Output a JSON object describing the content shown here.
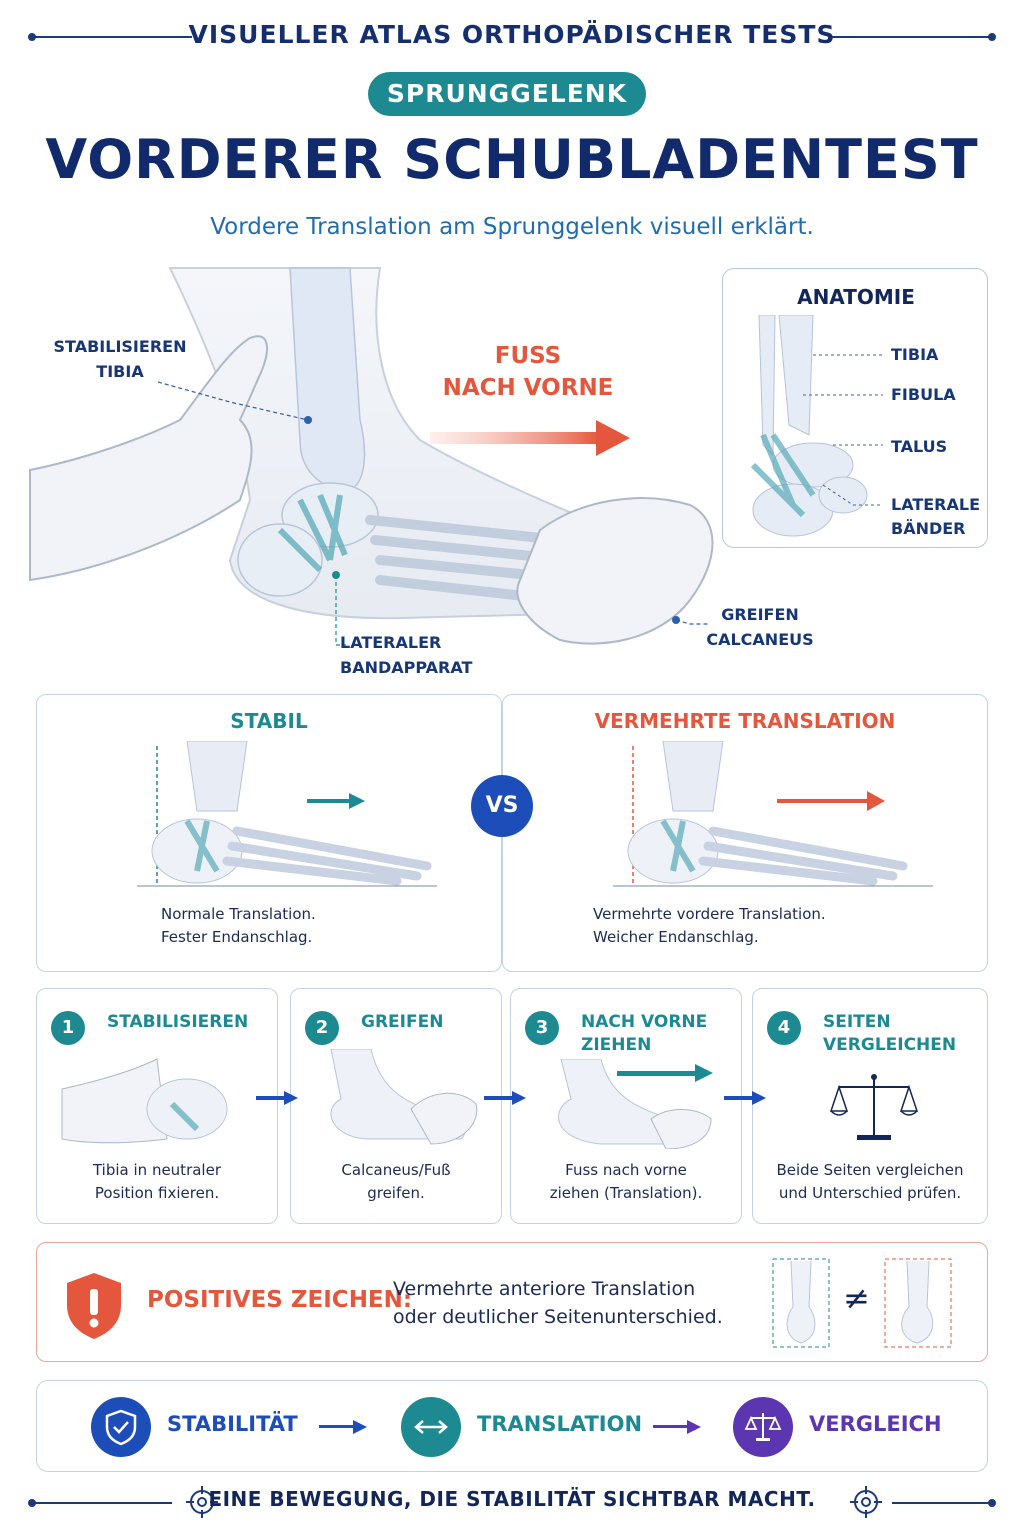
{
  "header": {
    "atlas_title": "VISUELLER ATLAS ORTHOPÄDISCHER TESTS",
    "region": "SPRUNGGELENK",
    "title": "VORDERER SCHUBLADENTEST",
    "subtitle": "Vordere Translation am Sprunggelenk visuell erklärt."
  },
  "hero": {
    "stabilize_line1": "STABILISIEREN",
    "stabilize_line2": "TIBIA",
    "motion_line1": "FUSS",
    "motion_line2": "NACH VORNE",
    "ligament_line1": "LATERALER",
    "ligament_line2": "BANDAPPARAT",
    "grip_line1": "GREIFEN",
    "grip_line2": "CALCANEUS"
  },
  "anatomy": {
    "title": "ANATOMIE",
    "labels": [
      "TIBIA",
      "FIBULA",
      "TALUS",
      "LATERALE",
      "BÄNDER"
    ]
  },
  "comparison": {
    "vs": "VS",
    "stable": {
      "title": "STABIL",
      "line1": "Normale Translation.",
      "line2": "Fester Endanschlag."
    },
    "unstable": {
      "title": "VERMEHRTE TRANSLATION",
      "line1": "Vermehrte vordere Translation.",
      "line2": "Weicher Endanschlag."
    }
  },
  "steps": [
    {
      "num": "1",
      "title_line1": "STABILISIEREN",
      "title_line2": "",
      "desc_line1": "Tibia in neutraler",
      "desc_line2": "Position fixieren."
    },
    {
      "num": "2",
      "title_line1": "GREIFEN",
      "title_line2": "",
      "desc_line1": "Calcaneus/Fuß",
      "desc_line2": "greifen."
    },
    {
      "num": "3",
      "title_line1": "NACH VORNE",
      "title_line2": "ZIEHEN",
      "desc_line1": "Fuss nach vorne",
      "desc_line2": "ziehen (Translation)."
    },
    {
      "num": "4",
      "title_line1": "SEITEN",
      "title_line2": "VERGLEICHEN",
      "desc_line1": "Beide Seiten vergleichen",
      "desc_line2": "und Unterschied prüfen."
    }
  ],
  "positive": {
    "label": "POSITIVES ZEICHEN:",
    "line1": "Vermehrte anteriore Translation",
    "line2": "oder deutlicher Seitenunterschied.",
    "symbol": "≠"
  },
  "concepts": [
    {
      "label": "STABILITÄT",
      "icon": "shield-check-icon",
      "color": "#1c4db8"
    },
    {
      "label": "TRANSLATION",
      "icon": "double-arrow-icon",
      "color": "#1d8a92"
    },
    {
      "label": "VERGLEICH",
      "icon": "scale-icon",
      "color": "#5b36b0"
    }
  ],
  "footer": {
    "tagline": "EINE BEWEGUNG, DIE STABILITÄT SICHTBAR MACHT."
  },
  "colors": {
    "navy": "#12265a",
    "teal": "#1d8a92",
    "red": "#e4573d",
    "blue": "#1c4db8",
    "purple": "#5b36b0"
  }
}
